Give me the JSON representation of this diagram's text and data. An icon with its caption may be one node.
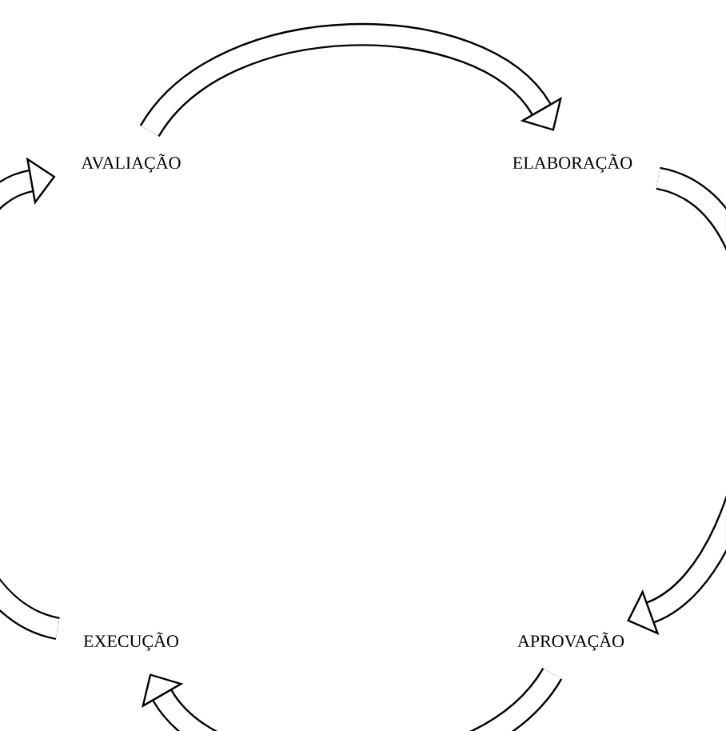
{
  "diagram": {
    "nodes": [
      {
        "text": [
          "AVALIAÇÃO"
        ]
      },
      {
        "text": [
          "ELABORAÇÃO"
        ]
      },
      {
        "text": [
          "APROVAÇÃO"
        ]
      },
      {
        "text": [
          "EXECUÇÃO"
        ]
      }
    ],
    "edges": [
      {
        "from": 0,
        "to": 1,
        "arrow": "to"
      },
      {
        "from": 1,
        "to": 2,
        "arrow": "to"
      },
      {
        "from": 2,
        "to": 3,
        "arrow": "to"
      },
      {
        "from": 3,
        "to": 0,
        "arrow": "to"
      }
    ]
  }
}
